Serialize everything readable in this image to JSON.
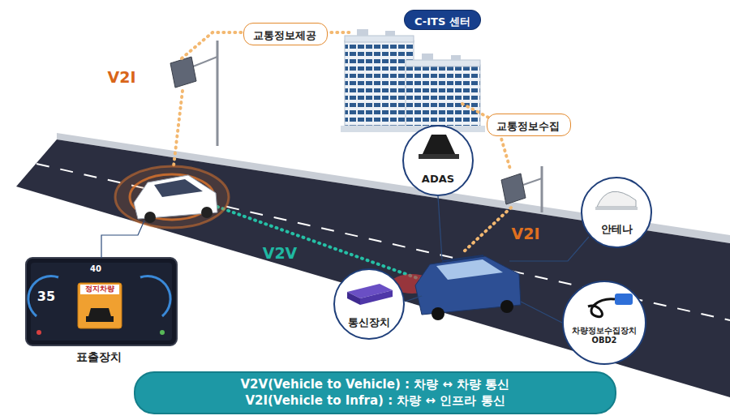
{
  "diagram": {
    "nodes": [
      {
        "text": [
          "교통정보제공"
        ]
      },
      {
        "text": [
          "C-ITS 센터"
        ]
      },
      {
        "text": [
          "교통정보수집"
        ]
      },
      {
        "text": [
          "ADAS"
        ]
      },
      {
        "text": [
          "안테나"
        ]
      },
      {
        "text": [
          "통신장치"
        ]
      },
      {
        "text": [
          "차량정보수집장치 OBD2"
        ]
      },
      {
        "text": [
          "V2V(Vehicle to Vehicle) : 차량 ↔ 차량 통신",
          "V2I(Vehicle to Infra) : 차량 ↔ 인프라 통신"
        ]
      }
    ],
    "labels": [
      "V2I",
      "V2I",
      "V2V",
      "40",
      "35",
      "정지차량",
      "표출장치"
    ]
  }
}
